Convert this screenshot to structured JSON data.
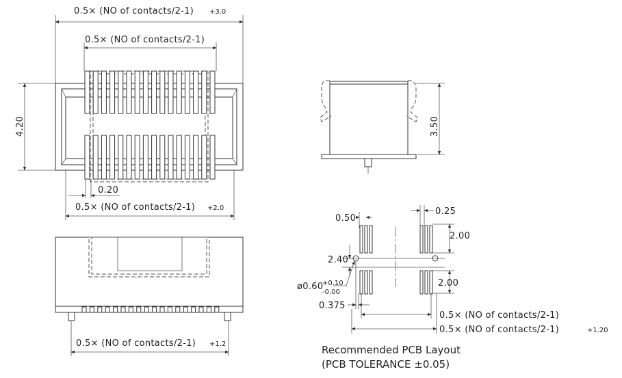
{
  "dimensions": {
    "top_overall_a": "0.5× (NO of contacts/2-1)",
    "top_overall_b": "+3.0",
    "top_pitch": "0.5× (NO of contacts/2-1)",
    "height_left": "4.20",
    "pin_width": "0.20",
    "top_bottom_a": "0.5× (NO of contacts/2-1)",
    "top_bottom_b": "+2.0",
    "front_bottom_a": "0.5× (NO of contacts/2-1)",
    "front_bottom_b": "+1.2",
    "side_height": "3.50"
  },
  "pcb": {
    "pad_pitch": "0.50",
    "pad_width": "0.25",
    "pad_length_top": "2.00",
    "pad_length_bottom": "2.00",
    "hole_spacing": "2.40",
    "hole_diameter": "ø0.60",
    "hole_tol_plus": "+0.10",
    "hole_tol_minus": "-0.00",
    "edge_offset": "0.375",
    "span_a": "0.5× (NO of contacts/2-1)",
    "span_b_main": "0.5× (NO of contacts/2-1)",
    "span_b_plus": "+1.20",
    "caption_line1": "Recommended PCB Layout",
    "caption_line2": "(PCB TOLERANCE ±0.05)"
  }
}
